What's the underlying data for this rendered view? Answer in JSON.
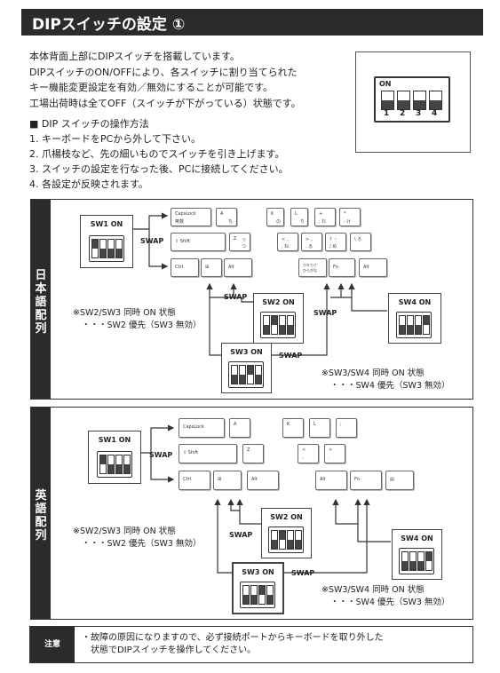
{
  "header": {
    "title": "DIPスイッチの設定 ①"
  },
  "intro": [
    "本体背面上部にDIPスイッチを搭載しています。",
    "DIPスイッチのON/OFFにより、各スイッチに割り当てられた",
    "キー機能変更設定を有効／無効にすることが可能です。",
    "工場出荷時は全てOFF（スイッチが下がっている）状態です。"
  ],
  "dip_figure": {
    "on_label": "ON",
    "numbers": [
      "1",
      "2",
      "3",
      "4"
    ]
  },
  "operation": {
    "heading": "■ DIP スイッチの操作方法",
    "steps": [
      "1. キーボードをPCから外して下さい。",
      "2. 爪楊枝など、先の細いものでスイッチを引き上げます。",
      "3. スイッチの設定を行なった後、PCに接続してください。",
      "4. 各設定が反映されます。"
    ]
  },
  "jp": {
    "side_label": [
      "日",
      "本",
      "語",
      "配",
      "列"
    ],
    "sw1": "SW1 ON",
    "sw2": "SW2 ON",
    "sw3": "SW3 ON",
    "sw4": "SW4 ON",
    "swap": "SWAP",
    "keys": {
      "capslock": "CapsLock",
      "eisu": "英数",
      "a": "A",
      "a_kana": "ち",
      "shift": "⇧ Shift",
      "z": "Z",
      "z_kana": "つ",
      "z_small": "っ",
      "ctrl": "Ctrl",
      "win": "⊞",
      "alt": "Alt",
      "k": "K",
      "k_kana": "の",
      "l": "L",
      "l_kana": "り",
      "plus": "+",
      "semi": "; れ",
      "star": "*",
      "colon": ": け",
      "lt": "< 、",
      "comma": ", ね",
      "gt": "> 。",
      "period": ". る",
      "q": "? ・",
      "slash": "/ め",
      "ro": "\\ ろ",
      "kana": "カタカナ ひらがな",
      "fn": "Fn",
      "alt2": "Alt"
    },
    "note_sw23": [
      "※SW2/SW3 同時 ON 状態",
      "・・・SW2 優先（SW3 無効）"
    ],
    "note_sw34": [
      "※SW3/SW4 同時 ON 状態",
      "・・・SW4 優先（SW3 無効）"
    ]
  },
  "us": {
    "side_label": [
      "英",
      "語",
      "配",
      "列"
    ],
    "sw1": "SW1 ON",
    "sw2": "SW2 ON",
    "sw3": "SW3 ON",
    "sw4": "SW4 ON",
    "swap": "SWAP",
    "keys": {
      "capslock": "CapsLock",
      "a": "A",
      "shift": "⇧ Shift",
      "z": "Z",
      "ctrl": "Ctrl",
      "win": "⊞",
      "alt": "Alt",
      "k": "K",
      "l": "L",
      "semi": ";",
      "lt": "<",
      "comma": ",",
      "gt": ">",
      "period": ".",
      "alt2": "Alt",
      "fn": "Fn",
      "menu": "▤"
    },
    "note_sw23": [
      "※SW2/SW3 同時 ON 状態",
      "・・・SW2 優先（SW3 無効）"
    ],
    "note_sw34": [
      "※SW3/SW4 同時 ON 状態",
      "・・・SW4 優先（SW3 無効）"
    ]
  },
  "caution": {
    "label": "注意",
    "text": [
      "・故障の原因になりますので、必ず接続ポートからキーボードを取り外した",
      "　状態でDIPスイッチを操作してください。"
    ]
  }
}
